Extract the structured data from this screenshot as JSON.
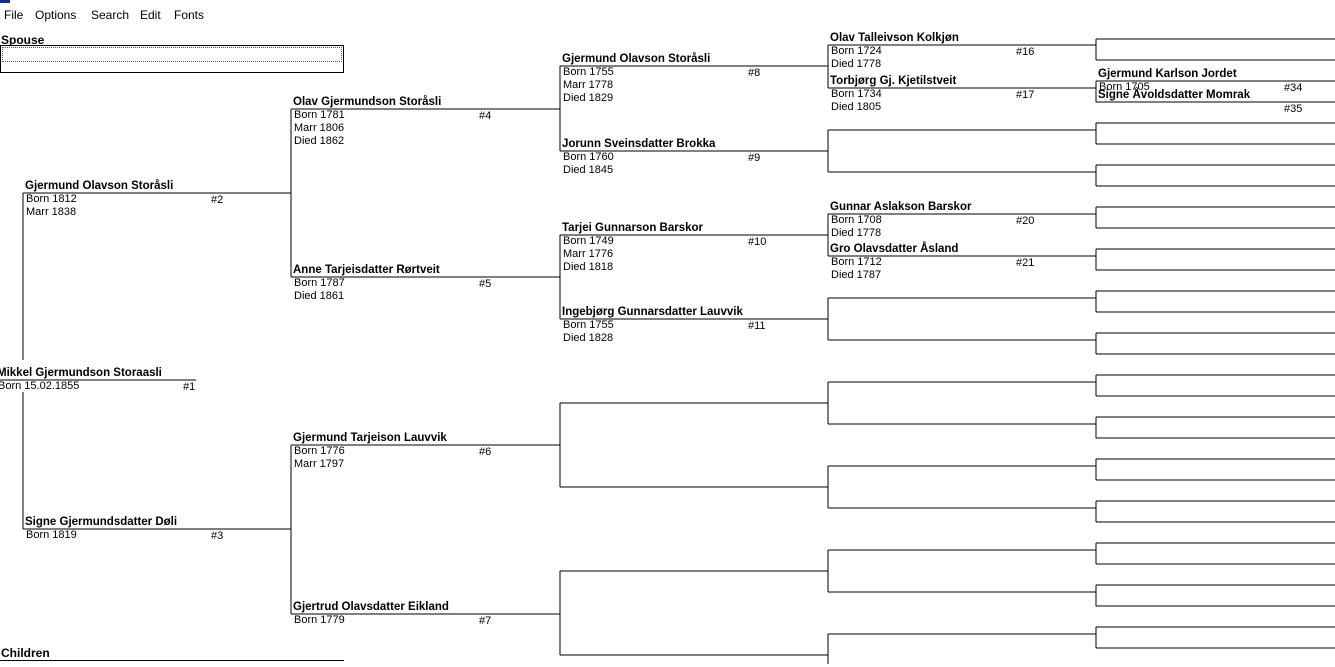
{
  "menu": [
    "File",
    "Options",
    "Search",
    "Edit",
    "Fonts"
  ],
  "spouse_label": "Spouse",
  "children_label": "Children",
  "people": {
    "p1": {
      "name": "Mikkel Gjermundson Storaasli",
      "num": "#1",
      "events": [
        "Born 15.02.1855"
      ]
    },
    "p2": {
      "name": "Gjermund Olavson Storåsli",
      "num": "#2",
      "events": [
        "Born 1812",
        "Marr 1838"
      ]
    },
    "p3": {
      "name": "Signe Gjermundsdatter Døli",
      "num": "#3",
      "events": [
        "Born 1819"
      ]
    },
    "p4": {
      "name": "Olav Gjermundson Storåsli",
      "num": "#4",
      "events": [
        "Born 1781",
        "Marr 1806",
        "Died 1862"
      ]
    },
    "p5": {
      "name": "Anne Tarjeisdatter Rørtveit",
      "num": "#5",
      "events": [
        "Born 1787",
        "Died 1861"
      ]
    },
    "p6": {
      "name": "Gjermund Tarjeison Lauvvik",
      "num": "#6",
      "events": [
        "Born 1776",
        "Marr 1797"
      ]
    },
    "p7": {
      "name": "Gjertrud Olavsdatter Eikland",
      "num": "#7",
      "events": [
        "Born 1779"
      ]
    },
    "p8": {
      "name": "Gjermund Olavson Storåsli",
      "num": "#8",
      "events": [
        "Born 1755",
        "Marr 1778",
        "Died 1829"
      ]
    },
    "p9": {
      "name": "Jorunn Sveinsdatter Brokka",
      "num": "#9",
      "events": [
        "Born 1760",
        "Died 1845"
      ]
    },
    "p10": {
      "name": "Tarjei Gunnarson Barskor",
      "num": "#10",
      "events": [
        "Born 1749",
        "Marr 1776",
        "Died 1818"
      ]
    },
    "p11": {
      "name": "Ingebjørg Gunnarsdatter Lauvvik",
      "num": "#11",
      "events": [
        "Born 1755",
        "Died 1828"
      ]
    },
    "p16": {
      "name": "Olav Talleivson Kolkjøn",
      "num": "#16",
      "events": [
        "Born 1724",
        "Died 1778"
      ]
    },
    "p17": {
      "name": "Torbjørg Gj. Kjetilstveit",
      "num": "#17",
      "events": [
        "Born 1734",
        "Died 1805"
      ]
    },
    "p20": {
      "name": "Gunnar Aslakson Barskor",
      "num": "#20",
      "events": [
        "Born 1708",
        "Died 1778"
      ]
    },
    "p21": {
      "name": "Gro Olavsdatter Åsland",
      "num": "#21",
      "events": [
        "Born 1712",
        "Died 1787"
      ]
    },
    "p34": {
      "name": "Gjermund Karlson Jordet",
      "num": "#34",
      "events": [
        "Born 1705"
      ]
    },
    "p35": {
      "name": "Signe Åvoldsdatter Momrak",
      "num": "#35",
      "events": []
    }
  }
}
